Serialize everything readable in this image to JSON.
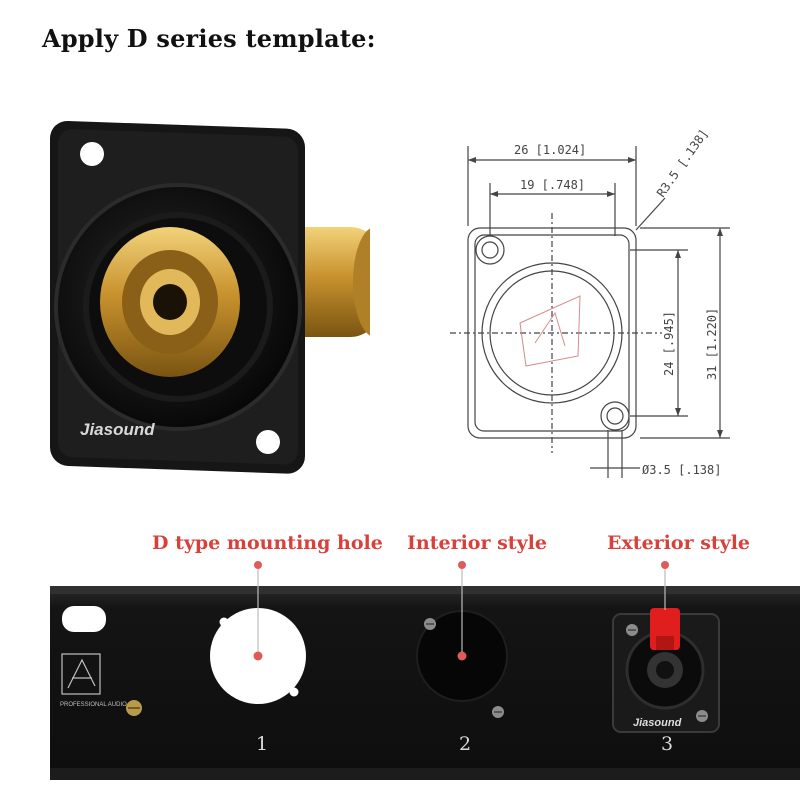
{
  "heading": "Apply D series template:",
  "product": {
    "brand": "Jiasound"
  },
  "drawing": {
    "dim_width_outer": "26 [1.024]",
    "dim_width_inner": "19 [.748]",
    "dim_radius": "R3.5 [.138]",
    "dim_height_inner": "24 [.945]",
    "dim_height_outer": "31 [1.220]",
    "dim_hole": "Ø3.5 [.138]"
  },
  "callouts": {
    "d_type": "D type mounting hole",
    "interior": "Interior style",
    "exterior": "Exterior style"
  },
  "panel": {
    "logo_text": "PROFESSIONAL AUDIO",
    "module_brand": "Jiasound",
    "slots": [
      "1",
      "2",
      "3"
    ]
  },
  "colors": {
    "callout": "#d9403a",
    "panel": "#121212",
    "gold": "#c89a3a",
    "latch": "#e11e1e"
  }
}
